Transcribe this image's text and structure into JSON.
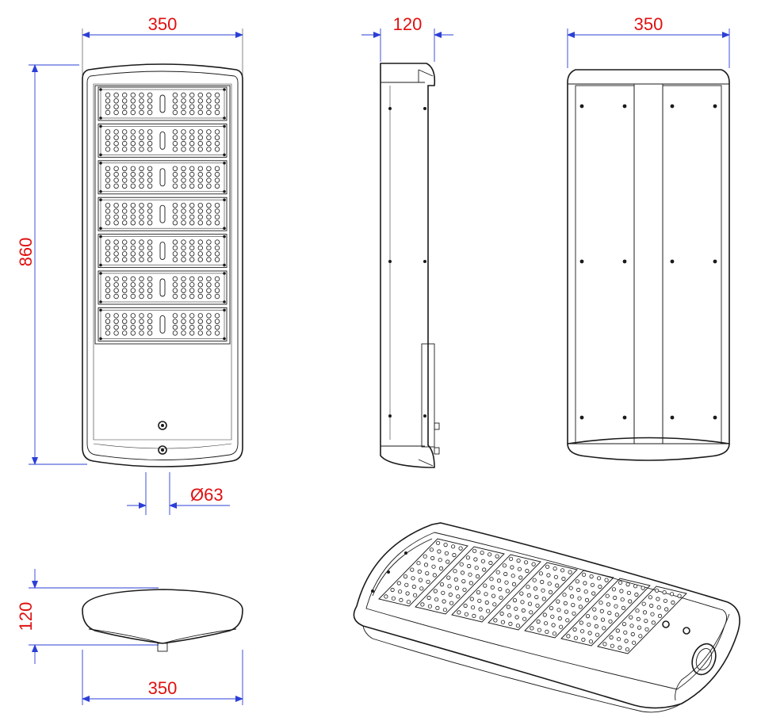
{
  "colors": {
    "dimension_line": "#2b3fd6",
    "dimension_text": "#e01010",
    "outline": "#1a1a1a",
    "background": "#ffffff"
  },
  "front_view": {
    "width_label": "350",
    "height_label": "860",
    "diameter_label": "Ø63",
    "led_module_count": 7
  },
  "side_view": {
    "depth_label": "120"
  },
  "back_view": {
    "width_label": "350"
  },
  "bottom_view": {
    "height_label": "120",
    "width_label": "350"
  },
  "isometric_view": {
    "led_module_count": 7
  }
}
